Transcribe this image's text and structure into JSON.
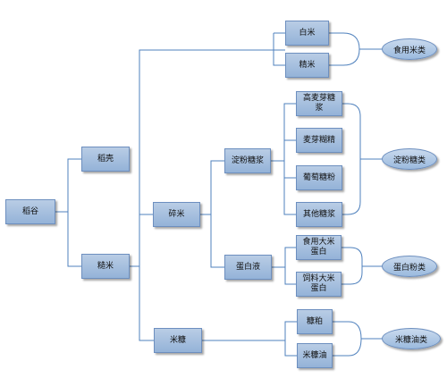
{
  "nodes": {
    "rice_grain": "稻谷",
    "husk": "稻壳",
    "brown_rice": "糙米",
    "broken_rice": "碎米",
    "rice_bran": "米糠",
    "starch_syrup": "淀粉糖浆",
    "protein_liquid": "蛋白液",
    "polished_rice": "白米",
    "fine_rice": "精米",
    "high_maltose_syrup": "高麦芽糖浆",
    "maltodextrin": "麦芽糊精",
    "glucose_powder": "葡萄糖粉",
    "other_syrup": "其他糖浆",
    "food_rice_protein": "食用大米蛋白",
    "feed_rice_protein": "饲料大米蛋白",
    "bran_meal": "糠粕",
    "bran_oil": "米糠油"
  },
  "products": {
    "food_rice": "食用米类",
    "starch_sugar": "淀粉糖类",
    "protein_powder": "蛋白粉类",
    "bran_oil_products": "米糠油类"
  }
}
